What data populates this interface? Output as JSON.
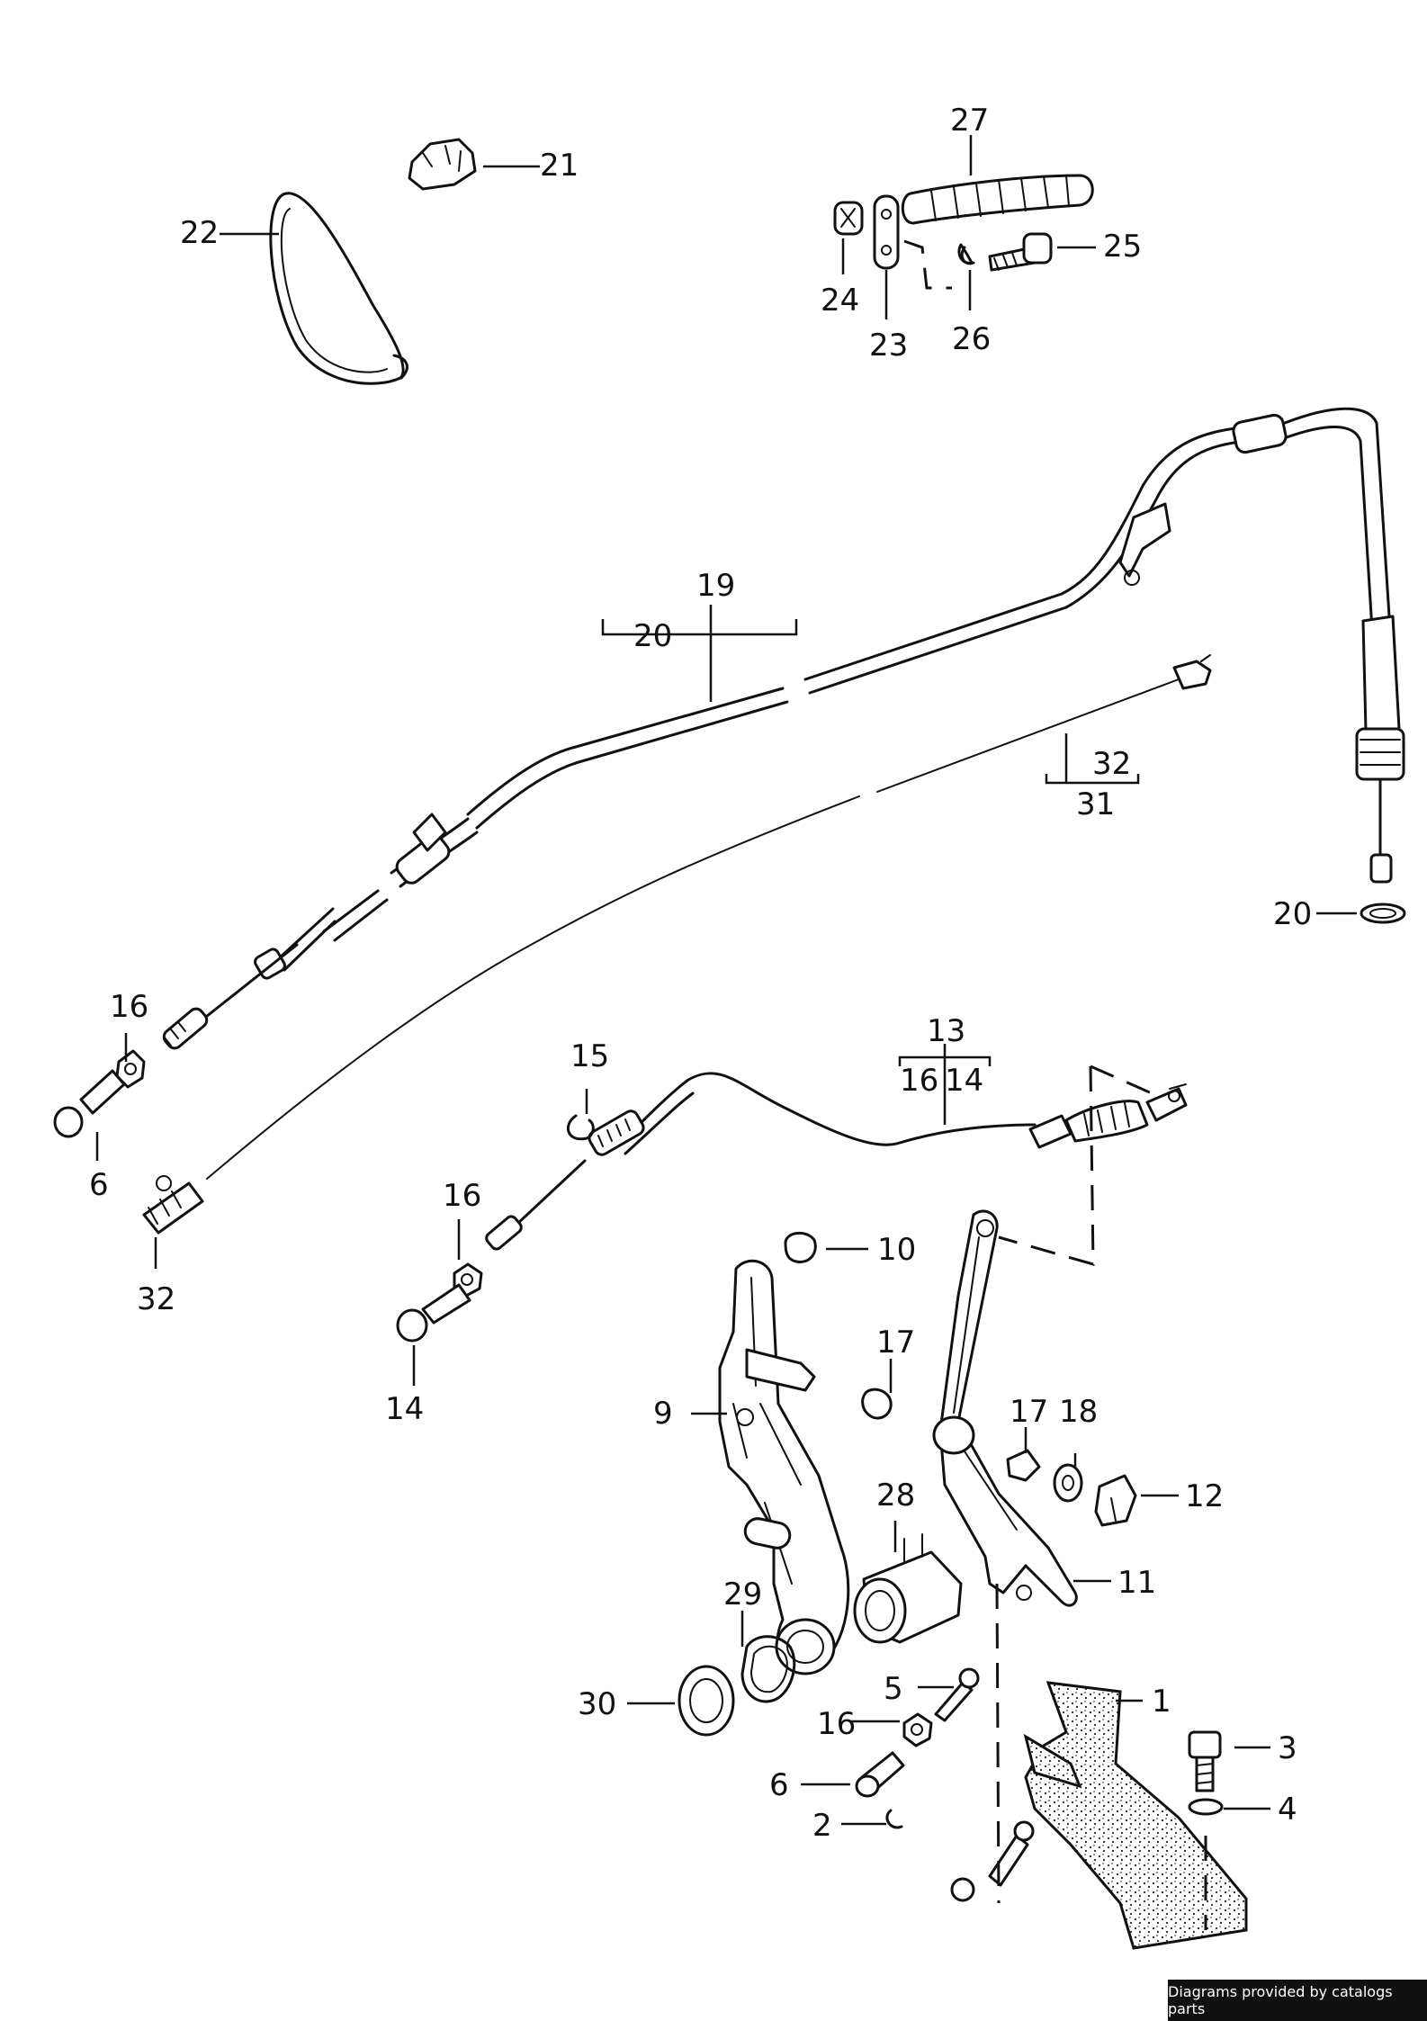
{
  "callouts": {
    "c1": "1",
    "c2": "2",
    "c3": "3",
    "c4": "4",
    "c5": "5",
    "c6a": "6",
    "c6b": "6",
    "c9": "9",
    "c10": "10",
    "c11": "11",
    "c12": "12",
    "c13": "13",
    "c14a": "14",
    "c14b": "14",
    "c15": "15",
    "c16a": "16",
    "c16b": "16",
    "c16c": "16",
    "c16d": "16",
    "c17a": "17",
    "c17b": "17",
    "c18": "18",
    "c19": "19",
    "c20a": "20",
    "c20b": "20",
    "c21": "21",
    "c22": "22",
    "c23": "23",
    "c24": "24",
    "c25": "25",
    "c26": "26",
    "c27": "27",
    "c28": "28",
    "c29": "29",
    "c30": "30",
    "c31": "31",
    "c32a": "32",
    "c32b": "32"
  },
  "credit": "Diagrams provided by catalogs parts"
}
